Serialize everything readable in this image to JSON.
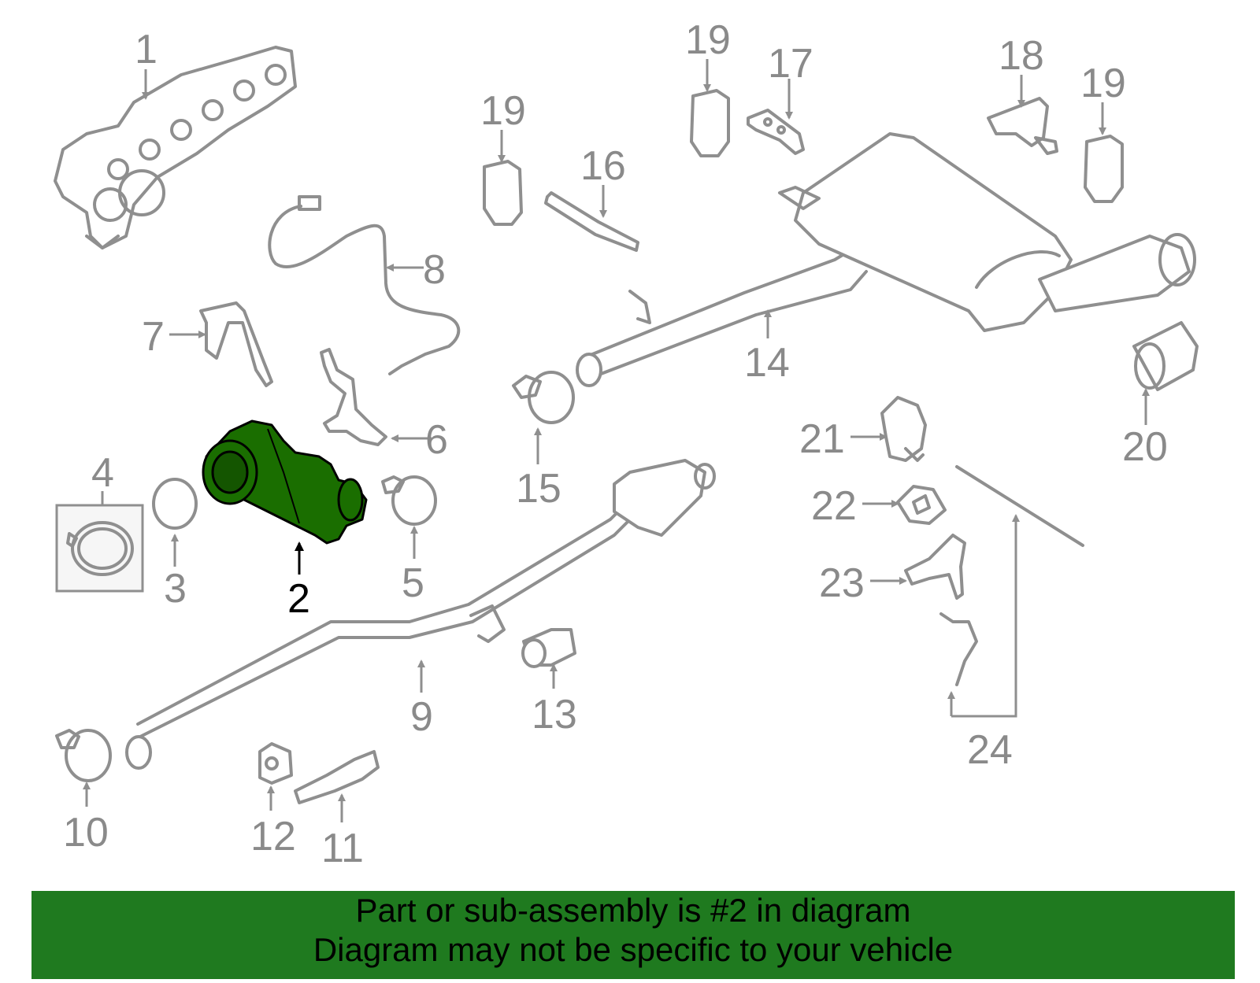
{
  "colors": {
    "highlight_part": "#1a6e00",
    "banner_bg": "#1f7a1f",
    "callout_gray": "#8a8a8a",
    "callout_highlight": "#000000"
  },
  "highlighted_callout": "2",
  "callouts": [
    "1",
    "2",
    "3",
    "4",
    "5",
    "6",
    "7",
    "8",
    "9",
    "10",
    "11",
    "12",
    "13",
    "14",
    "15",
    "16",
    "17",
    "18",
    "19",
    "19",
    "19",
    "20",
    "21",
    "22",
    "23",
    "24"
  ],
  "banner": {
    "line1": "Part or sub-assembly is #2 in diagram",
    "line2": "Diagram may not be specific to your vehicle"
  }
}
